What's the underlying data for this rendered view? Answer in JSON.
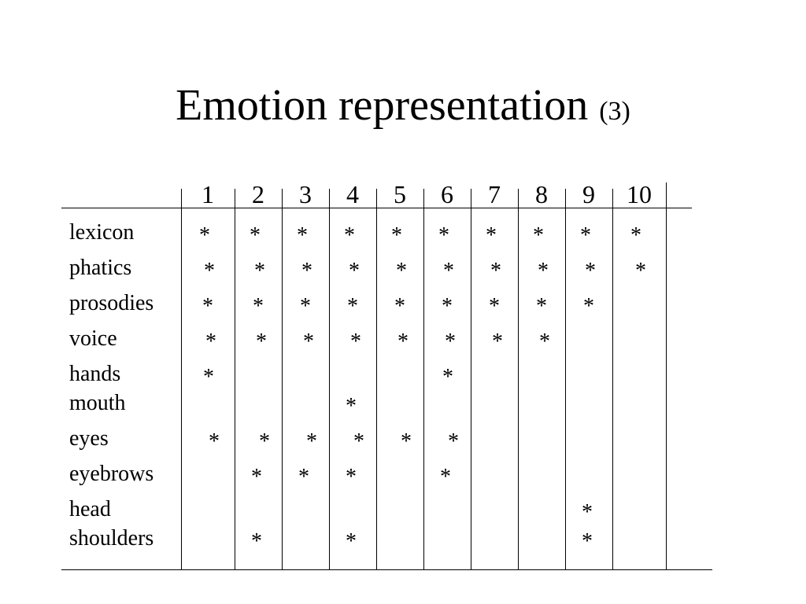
{
  "slide": {
    "title": "Emotion representation",
    "title_suffix": "(3)"
  },
  "table": {
    "columns": [
      "1",
      "2",
      "3",
      "4",
      "5",
      "6",
      "7",
      "8",
      "9",
      "10"
    ],
    "rows": [
      {
        "label": "lexicon",
        "marks": [
          1,
          1,
          1,
          1,
          1,
          1,
          1,
          1,
          1,
          1
        ]
      },
      {
        "label": "phatics",
        "marks": [
          1,
          1,
          1,
          1,
          1,
          1,
          1,
          1,
          1,
          1
        ]
      },
      {
        "label": "prosodies",
        "marks": [
          1,
          1,
          1,
          1,
          1,
          1,
          1,
          1,
          1,
          0
        ]
      },
      {
        "label": "voice",
        "marks": [
          1,
          1,
          1,
          1,
          1,
          1,
          1,
          1,
          0,
          0
        ]
      },
      {
        "label": "hands",
        "marks": [
          1,
          0,
          0,
          0,
          0,
          1,
          0,
          0,
          0,
          0
        ]
      },
      {
        "label": "mouth",
        "marks": [
          0,
          0,
          0,
          1,
          0,
          0,
          0,
          0,
          0,
          0
        ]
      },
      {
        "label": "eyes",
        "marks": [
          1,
          1,
          1,
          1,
          1,
          1,
          0,
          0,
          0,
          0
        ]
      },
      {
        "label": "eyebrows",
        "marks": [
          0,
          1,
          1,
          1,
          0,
          1,
          0,
          0,
          0,
          0
        ]
      },
      {
        "label": "head",
        "marks": [
          0,
          0,
          0,
          0,
          0,
          0,
          0,
          0,
          1,
          0
        ]
      },
      {
        "label": "shoulders",
        "marks": [
          0,
          1,
          0,
          1,
          0,
          0,
          0,
          0,
          1,
          0
        ]
      }
    ],
    "mark_symbol": "*"
  }
}
